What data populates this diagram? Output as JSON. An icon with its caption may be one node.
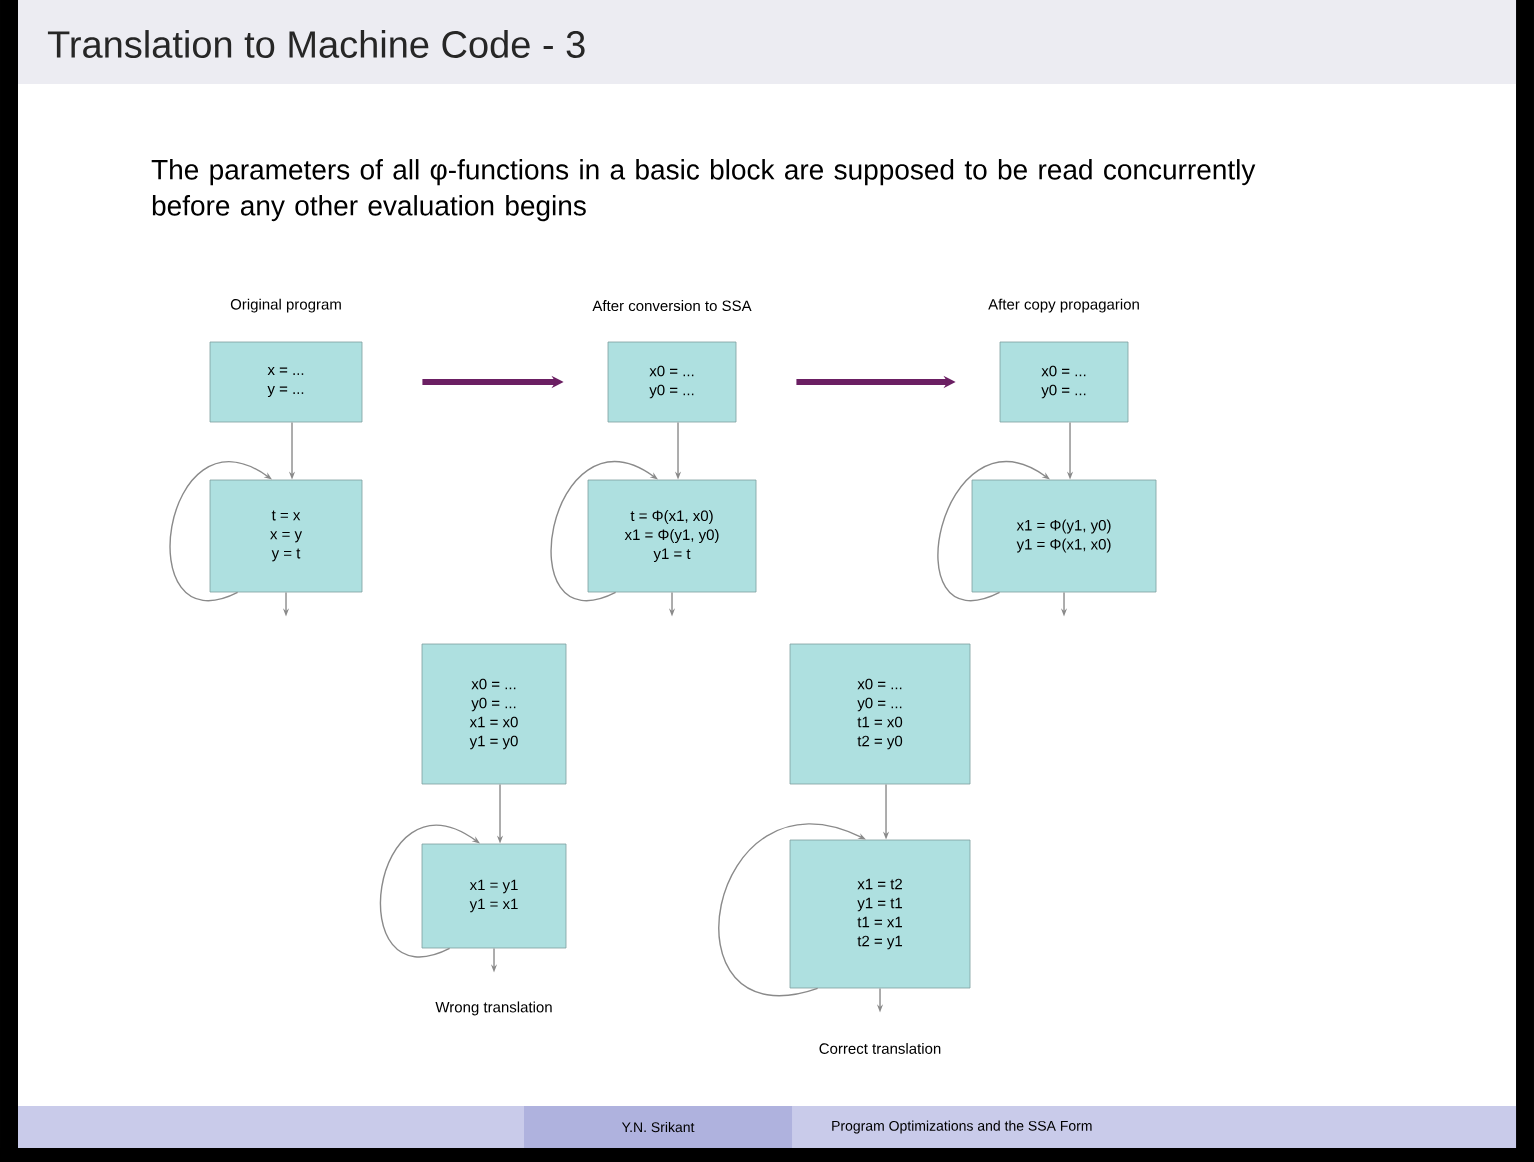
{
  "diagram": {
    "title": "Translation to Machine Code - 3",
    "nodes": [
      {
        "text": [
          "x = ...",
          "y = ..."
        ],
        "beside": [
          "Original program"
        ]
      },
      {
        "text": [
          "t = x",
          "x = y",
          "y = t"
        ]
      },
      {
        "text": [
          "x0 = ...",
          "y0 = ..."
        ],
        "beside": [
          "After conversion to SSA"
        ]
      },
      {
        "text": [
          "t = Φ(x1, x0)",
          "x1 = Φ(y1, y0)",
          "y1 = t"
        ]
      },
      {
        "text": [
          "x0 = ...",
          "y0 = ..."
        ],
        "beside": [
          "After copy propagarion"
        ]
      },
      {
        "text": [
          "x1 = Φ(y1, y0)",
          "y1 = Φ(x1, x0)"
        ]
      },
      {
        "text": [
          "x0 = ...",
          "y0 = ...",
          "x1 = x0",
          "y1 = y0"
        ]
      },
      {
        "text": [
          "x1 = y1",
          "y1 = x1"
        ],
        "beside": [
          "Wrong translation"
        ]
      },
      {
        "text": [
          "x0 = ...",
          "y0 = ...",
          "t1 = x0",
          "t2 = y0"
        ]
      },
      {
        "text": [
          "x1 = t2",
          "y1 = t1",
          "t1 = x1",
          "t2 = y1"
        ],
        "beside": [
          "Correct translation"
        ]
      }
    ],
    "edges": [
      {
        "from": 0,
        "to": 1,
        "arrow": "to"
      },
      {
        "from": 1,
        "to": 1,
        "arrow": "to"
      },
      {
        "from": 1,
        "to": null,
        "arrow": "to"
      },
      {
        "from": 0,
        "to": 2,
        "arrow": "to",
        "style": "thick",
        "color": "#6b1f63"
      },
      {
        "from": 2,
        "to": 3,
        "arrow": "to"
      },
      {
        "from": 3,
        "to": 3,
        "arrow": "to"
      },
      {
        "from": 3,
        "to": null,
        "arrow": "to"
      },
      {
        "from": 2,
        "to": 4,
        "arrow": "to",
        "style": "thick",
        "color": "#6b1f63"
      },
      {
        "from": 4,
        "to": 5,
        "arrow": "to"
      },
      {
        "from": 5,
        "to": 5,
        "arrow": "to"
      },
      {
        "from": 5,
        "to": null,
        "arrow": "to"
      },
      {
        "from": 6,
        "to": 7,
        "arrow": "to"
      },
      {
        "from": 7,
        "to": 7,
        "arrow": "to"
      },
      {
        "from": 7,
        "to": null,
        "arrow": "to"
      },
      {
        "from": 8,
        "to": 9,
        "arrow": "to"
      },
      {
        "from": 9,
        "to": 9,
        "arrow": "to"
      },
      {
        "from": 9,
        "to": null,
        "arrow": "to"
      }
    ],
    "labels": [
      "The parameters of all φ-functions in a basic block are supposed to be read concurrently before any other evaluation begins",
      "Y.N. Srikant",
      "Program Optimizations and the SSA Form"
    ]
  }
}
